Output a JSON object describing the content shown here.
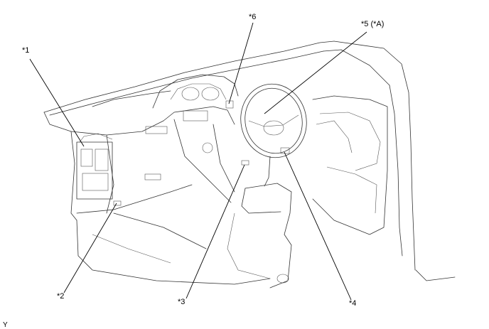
{
  "callouts": {
    "c1": "*1",
    "c2": "*2",
    "c3": "*3",
    "c4": "*4",
    "c5": "*5 (*A)",
    "c6": "*6"
  },
  "corner_mark": "Y"
}
